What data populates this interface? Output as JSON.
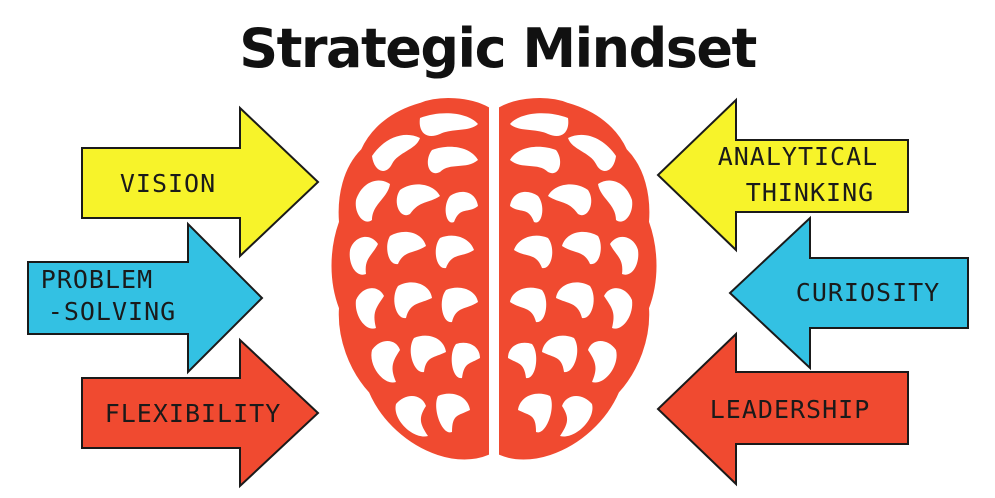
{
  "title": "Strategic Mindset",
  "colors": {
    "yellow": "#f7f32a",
    "blue": "#33c1e3",
    "red": "#f04a30",
    "brain": "#f04a30",
    "outline": "#1a1a1a"
  },
  "left_arrows": [
    {
      "lines": [
        "VISION"
      ],
      "color": "yellow"
    },
    {
      "lines": [
        "PROBLEM",
        "-SOLVING"
      ],
      "color": "blue"
    },
    {
      "lines": [
        "FLEXIBILITY"
      ],
      "color": "red"
    }
  ],
  "right_arrows": [
    {
      "lines": [
        "ANALYTICAL",
        "THINKING"
      ],
      "color": "yellow"
    },
    {
      "lines": [
        "CURIOSITY"
      ],
      "color": "blue"
    },
    {
      "lines": [
        "LEADERSHIP"
      ],
      "color": "red"
    }
  ],
  "icons": {
    "center": "brain-icon"
  }
}
